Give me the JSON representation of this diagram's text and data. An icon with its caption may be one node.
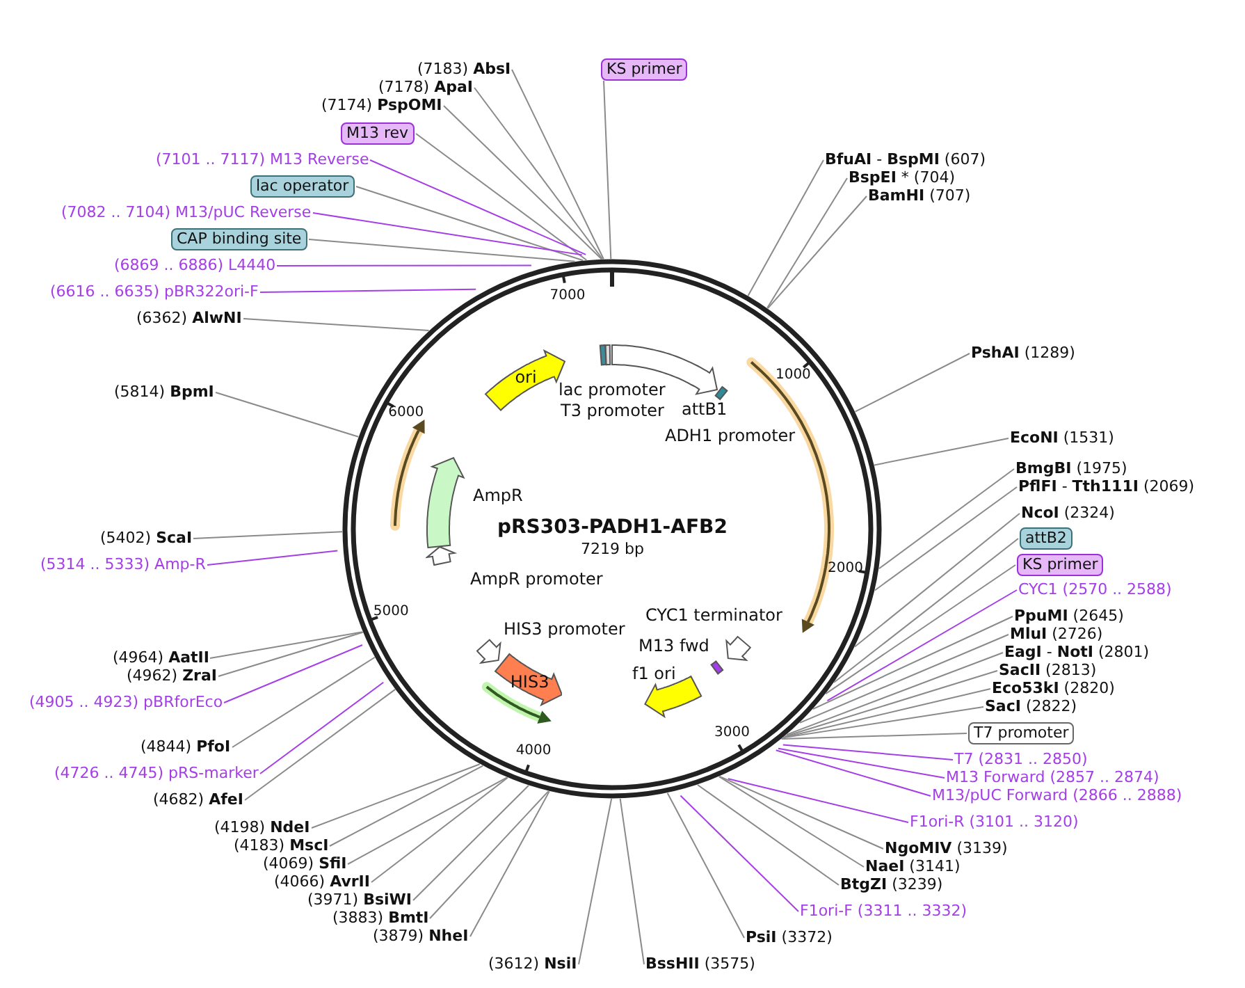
{
  "diagram": {
    "title": "pRS303-PADH1-AFB2",
    "nodes": [
      {
        "text": [
          "(7183) **AbsI**"
        ]
      },
      {
        "text": [
          "(7178) **ApaI**"
        ]
      },
      {
        "text": [
          "(7174) **PspOMI**"
        ]
      },
      {
        "text": [
          "M13 rev"
        ]
      },
      {
        "text": [
          "(7101 .. 7117) M13 Reverse"
        ]
      },
      {
        "text": [
          "lac operator"
        ]
      },
      {
        "text": [
          "(7082 .. 7104) M13/pUC Reverse"
        ]
      },
      {
        "text": [
          "CAP binding site"
        ]
      },
      {
        "text": [
          "(6869 .. 6886) L4440"
        ]
      },
      {
        "text": [
          "(6616 .. 6635) pBR322ori-F"
        ]
      },
      {
        "text": [
          "(6362) **AlwNI**"
        ]
      },
      {
        "text": [
          "(5814) **BpmI**"
        ]
      },
      {
        "text": [
          "(5402) **ScaI**"
        ]
      },
      {
        "text": [
          "(5314 .. 5333) Amp-R"
        ]
      },
      {
        "text": [
          "(4964) **AatII**"
        ]
      },
      {
        "text": [
          "(4962) **ZraI**"
        ]
      },
      {
        "text": [
          "(4905 .. 4923) pBRforEco"
        ]
      },
      {
        "text": [
          "(4844) **PfoI**"
        ]
      },
      {
        "text": [
          "(4726 .. 4745) pRS-marker"
        ]
      },
      {
        "text": [
          "(4682) **AfeI**"
        ]
      },
      {
        "text": [
          "(4198) **NdeI**"
        ]
      },
      {
        "text": [
          "(4183) **MscI**"
        ]
      },
      {
        "text": [
          "(4069) **SfiI**"
        ]
      },
      {
        "text": [
          "(4066) **AvrII**"
        ]
      },
      {
        "text": [
          "(3971) **BsiWI**"
        ]
      },
      {
        "text": [
          "(3883) **BmtI**"
        ]
      },
      {
        "text": [
          "(3879) **NheI**"
        ]
      },
      {
        "text": [
          "(3612) **NsiI**"
        ]
      },
      {
        "text": [
          "KS primer"
        ]
      },
      {
        "text": [
          "**BfuAI** - **BspMI** (607)"
        ]
      },
      {
        "text": [
          "**BspEI** * (704)"
        ]
      },
      {
        "text": [
          "**BamHI** (707)"
        ]
      },
      {
        "text": [
          "**PshAI** (1289)"
        ]
      },
      {
        "text": [
          "**EcoNI** (1531)"
        ]
      },
      {
        "text": [
          "**BmgBI** (1975)"
        ]
      },
      {
        "text": [
          "**PflFI** - **Tth111I** (2069)"
        ]
      },
      {
        "text": [
          "**NcoI** (2324)"
        ]
      },
      {
        "text": [
          "attB2"
        ]
      },
      {
        "text": [
          "KS primer"
        ]
      },
      {
        "text": [
          "CYC1 (2570 .. 2588)"
        ]
      },
      {
        "text": [
          "**PpuMI** (2645)"
        ]
      },
      {
        "text": [
          "**MluI** (2726)"
        ]
      },
      {
        "text": [
          "**EagI** - **NotI** (2801)"
        ]
      },
      {
        "text": [
          "**SacII** (2813)"
        ]
      },
      {
        "text": [
          "**Eco53kI** (2820)"
        ]
      },
      {
        "text": [
          "**SacI** (2822)"
        ]
      },
      {
        "text": [
          "T7 promoter"
        ]
      },
      {
        "text": [
          "T7 (2831 .. 2850)"
        ]
      },
      {
        "text": [
          "M13 Forward (2857 .. 2874)"
        ]
      },
      {
        "text": [
          "M13/pUC Forward (2866 .. 2888)"
        ]
      },
      {
        "text": [
          "F1ori-R (3101 .. 3120)"
        ]
      },
      {
        "text": [
          "**NgoMIV** (3139)"
        ]
      },
      {
        "text": [
          "**NaeI** (3141)"
        ]
      },
      {
        "text": [
          "**BtgZI** (3239)"
        ]
      },
      {
        "text": [
          "F1ori-F (3311 .. 3332)"
        ]
      },
      {
        "text": [
          "**PsiI** (3372)"
        ]
      },
      {
        "text": [
          "**BssHII** (3575)"
        ]
      },
      {
        "text": [
          "ori"
        ]
      },
      {
        "text": [
          "lac promoter"
        ]
      },
      {
        "text": [
          "T3 promoter"
        ]
      },
      {
        "text": [
          "ADH1 promoter"
        ]
      },
      {
        "text": [
          "attB1"
        ]
      },
      {
        "text": [
          "AmpR"
        ]
      },
      {
        "text": [
          "AmpR promoter"
        ]
      },
      {
        "text": [
          "HIS3 promoter"
        ]
      },
      {
        "text": [
          "HIS3"
        ]
      },
      {
        "text": [
          "f1 ori"
        ]
      },
      {
        "text": [
          "M13 fwd"
        ]
      },
      {
        "text": [
          "CYC1 terminator"
        ]
      }
    ],
    "edges": [
      {
        "from": 0,
        "to": null,
        "arrow": "none"
      },
      {
        "from": 1,
        "to": null,
        "arrow": "none"
      },
      {
        "from": 2,
        "to": null,
        "arrow": "none"
      },
      {
        "from": 3,
        "to": null,
        "arrow": "none"
      },
      {
        "from": 4,
        "to": null,
        "arrow": "none",
        "color": "#a43ee6"
      },
      {
        "from": 5,
        "to": null,
        "arrow": "none"
      },
      {
        "from": 6,
        "to": null,
        "arrow": "none",
        "color": "#a43ee6"
      },
      {
        "from": 7,
        "to": null,
        "arrow": "none"
      },
      {
        "from": 8,
        "to": null,
        "arrow": "none",
        "color": "#a43ee6"
      },
      {
        "from": 9,
        "to": null,
        "arrow": "none",
        "color": "#a43ee6"
      },
      {
        "from": 10,
        "to": null,
        "arrow": "none"
      },
      {
        "from": 11,
        "to": null,
        "arrow": "none"
      },
      {
        "from": 12,
        "to": null,
        "arrow": "none"
      },
      {
        "from": 13,
        "to": null,
        "arrow": "none",
        "color": "#a43ee6"
      },
      {
        "from": 14,
        "to": null,
        "arrow": "none"
      },
      {
        "from": 15,
        "to": null,
        "arrow": "none"
      },
      {
        "from": 16,
        "to": null,
        "arrow": "none",
        "color": "#a43ee6"
      },
      {
        "from": 17,
        "to": null,
        "arrow": "none"
      },
      {
        "from": 18,
        "to": null,
        "arrow": "none",
        "color": "#a43ee6"
      },
      {
        "from": 19,
        "to": null,
        "arrow": "none"
      },
      {
        "from": 20,
        "to": null,
        "arrow": "none"
      },
      {
        "from": 21,
        "to": null,
        "arrow": "none"
      },
      {
        "from": 22,
        "to": null,
        "arrow": "none"
      },
      {
        "from": 23,
        "to": null,
        "arrow": "none"
      },
      {
        "from": 24,
        "to": null,
        "arrow": "none"
      },
      {
        "from": 25,
        "to": null,
        "arrow": "none"
      },
      {
        "from": 26,
        "to": null,
        "arrow": "none"
      },
      {
        "from": 27,
        "to": null,
        "arrow": "none"
      },
      {
        "from": 28,
        "to": null,
        "arrow": "none"
      },
      {
        "from": 29,
        "to": null,
        "arrow": "none"
      },
      {
        "from": 30,
        "to": null,
        "arrow": "none"
      },
      {
        "from": 31,
        "to": null,
        "arrow": "none"
      },
      {
        "from": 32,
        "to": null,
        "arrow": "none"
      },
      {
        "from": 33,
        "to": null,
        "arrow": "none"
      },
      {
        "from": 34,
        "to": null,
        "arrow": "none"
      },
      {
        "from": 35,
        "to": null,
        "arrow": "none"
      },
      {
        "from": 36,
        "to": null,
        "arrow": "none"
      },
      {
        "from": 37,
        "to": null,
        "arrow": "none"
      },
      {
        "from": 38,
        "to": null,
        "arrow": "none"
      },
      {
        "from": 39,
        "to": null,
        "arrow": "none",
        "color": "#a43ee6"
      },
      {
        "from": 40,
        "to": null,
        "arrow": "none"
      },
      {
        "from": 41,
        "to": null,
        "arrow": "none"
      },
      {
        "from": 42,
        "to": null,
        "arrow": "none"
      },
      {
        "from": 43,
        "to": null,
        "arrow": "none"
      },
      {
        "from": 44,
        "to": null,
        "arrow": "none"
      },
      {
        "from": 45,
        "to": null,
        "arrow": "none"
      },
      {
        "from": 46,
        "to": null,
        "arrow": "none"
      },
      {
        "from": 47,
        "to": null,
        "arrow": "none",
        "color": "#a43ee6"
      },
      {
        "from": 48,
        "to": null,
        "arrow": "none",
        "color": "#a43ee6"
      },
      {
        "from": 49,
        "to": null,
        "arrow": "none",
        "color": "#a43ee6"
      },
      {
        "from": 50,
        "to": null,
        "arrow": "none",
        "color": "#a43ee6"
      },
      {
        "from": 51,
        "to": null,
        "arrow": "none"
      },
      {
        "from": 52,
        "to": null,
        "arrow": "none"
      },
      {
        "from": 53,
        "to": null,
        "arrow": "none"
      },
      {
        "from": 54,
        "to": null,
        "arrow": "none",
        "color": "#a43ee6"
      },
      {
        "from": 55,
        "to": null,
        "arrow": "none"
      },
      {
        "from": 56,
        "to": null,
        "arrow": "none"
      }
    ],
    "labels": [
      "7219 bp",
      "1000",
      "2000",
      "3000",
      "4000",
      "5000",
      "6000",
      "7000"
    ]
  }
}
